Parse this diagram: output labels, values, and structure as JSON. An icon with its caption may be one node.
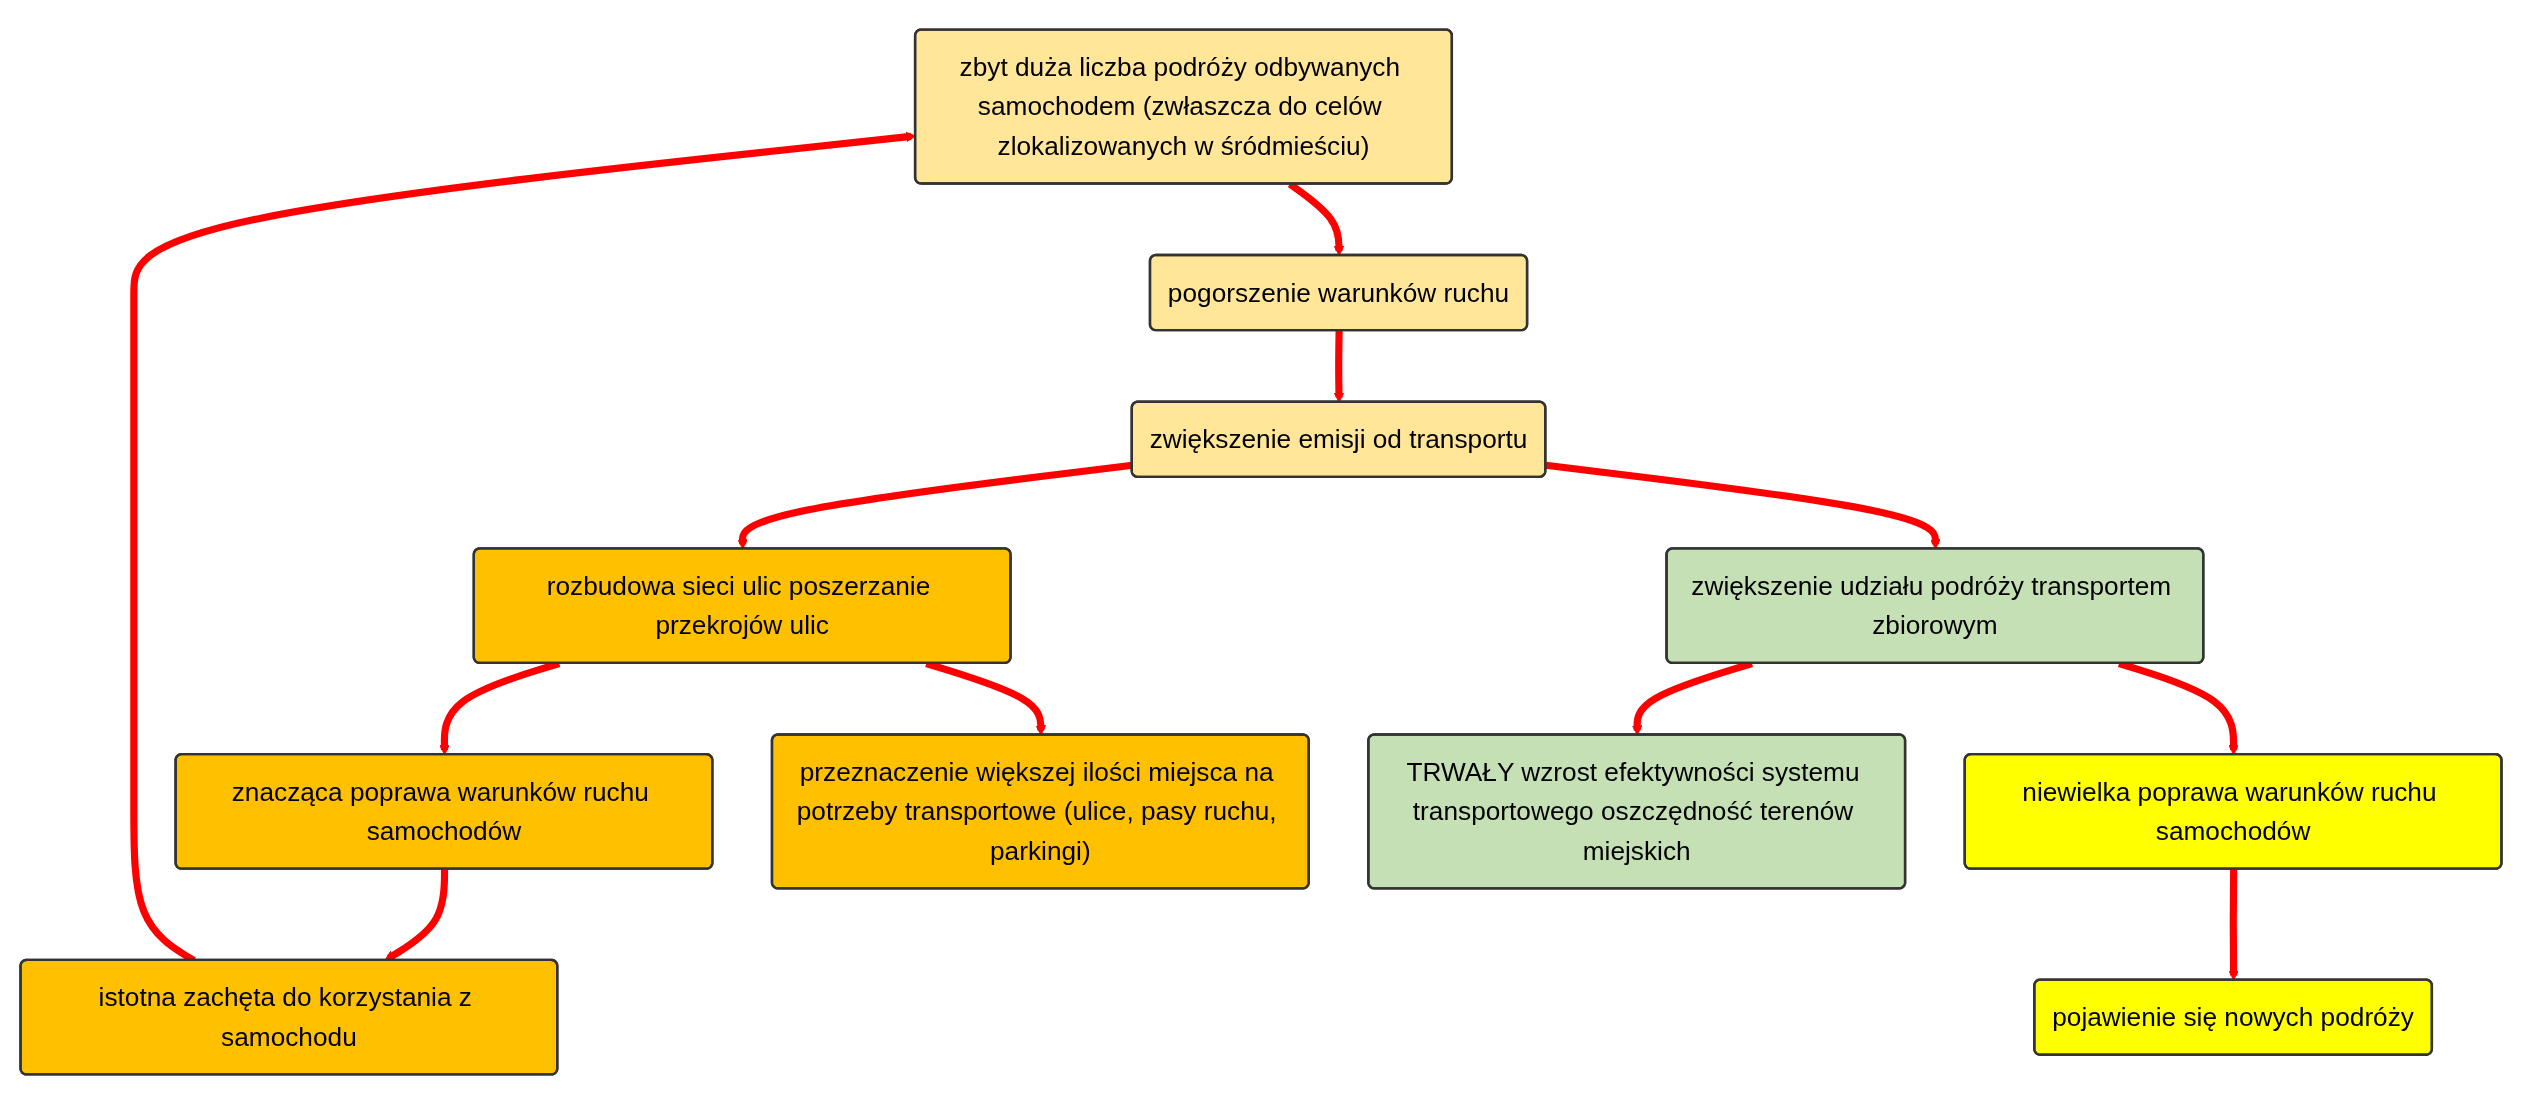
{
  "diagram": {
    "nodes": [
      {
        "text": [
          "zbyt duża liczba podróży odbywanych samochodem (zwłaszcza do celów zlokalizowanych w śródmieściu)"
        ]
      },
      {
        "text": [
          "istotna zachęta do korzystania z samochodu"
        ]
      },
      {
        "text": [
          "pogorszenie warunków ruchu"
        ]
      },
      {
        "text": [
          "pojawienie się nowych podróży"
        ]
      },
      {
        "text": [
          "znacząca poprawa warunków ruchu samochodów"
        ]
      },
      {
        "text": [
          "zwiększenie emisji od transportu"
        ]
      },
      {
        "text": [
          "niewielka poprawa warunków ruchu samochodów"
        ]
      },
      {
        "text": [
          "rozbudowa sieci ulic poszerzanie przekrojów ulic"
        ]
      },
      {
        "text": [
          "zwiększenie udziału podróży transportem zbiorowym"
        ]
      },
      {
        "text": [
          "przeznaczenie większej ilości miejsca na potrzeby transportowe (ulice, pasy ruchu, parkingi)"
        ]
      },
      {
        "text": [
          "TRWAŁY wzrost efektywności systemu transportowego oszczędność terenów miejskich"
        ]
      }
    ],
    "edges": [
      {
        "from": 0,
        "to": 2,
        "arrow": "to"
      },
      {
        "from": 2,
        "to": 5,
        "arrow": "to"
      },
      {
        "from": 5,
        "to": 7,
        "arrow": "to"
      },
      {
        "from": 5,
        "to": 8,
        "arrow": "to"
      },
      {
        "from": 7,
        "to": 4,
        "arrow": "to"
      },
      {
        "from": 4,
        "to": 1,
        "arrow": "to"
      },
      {
        "from": 1,
        "to": 0,
        "arrow": "to"
      },
      {
        "from": 7,
        "to": 9,
        "arrow": "to"
      },
      {
        "from": 8,
        "to": 6,
        "arrow": "to"
      },
      {
        "from": 6,
        "to": 3,
        "arrow": "to"
      },
      {
        "from": 8,
        "to": 10,
        "arrow": "to"
      }
    ]
  }
}
